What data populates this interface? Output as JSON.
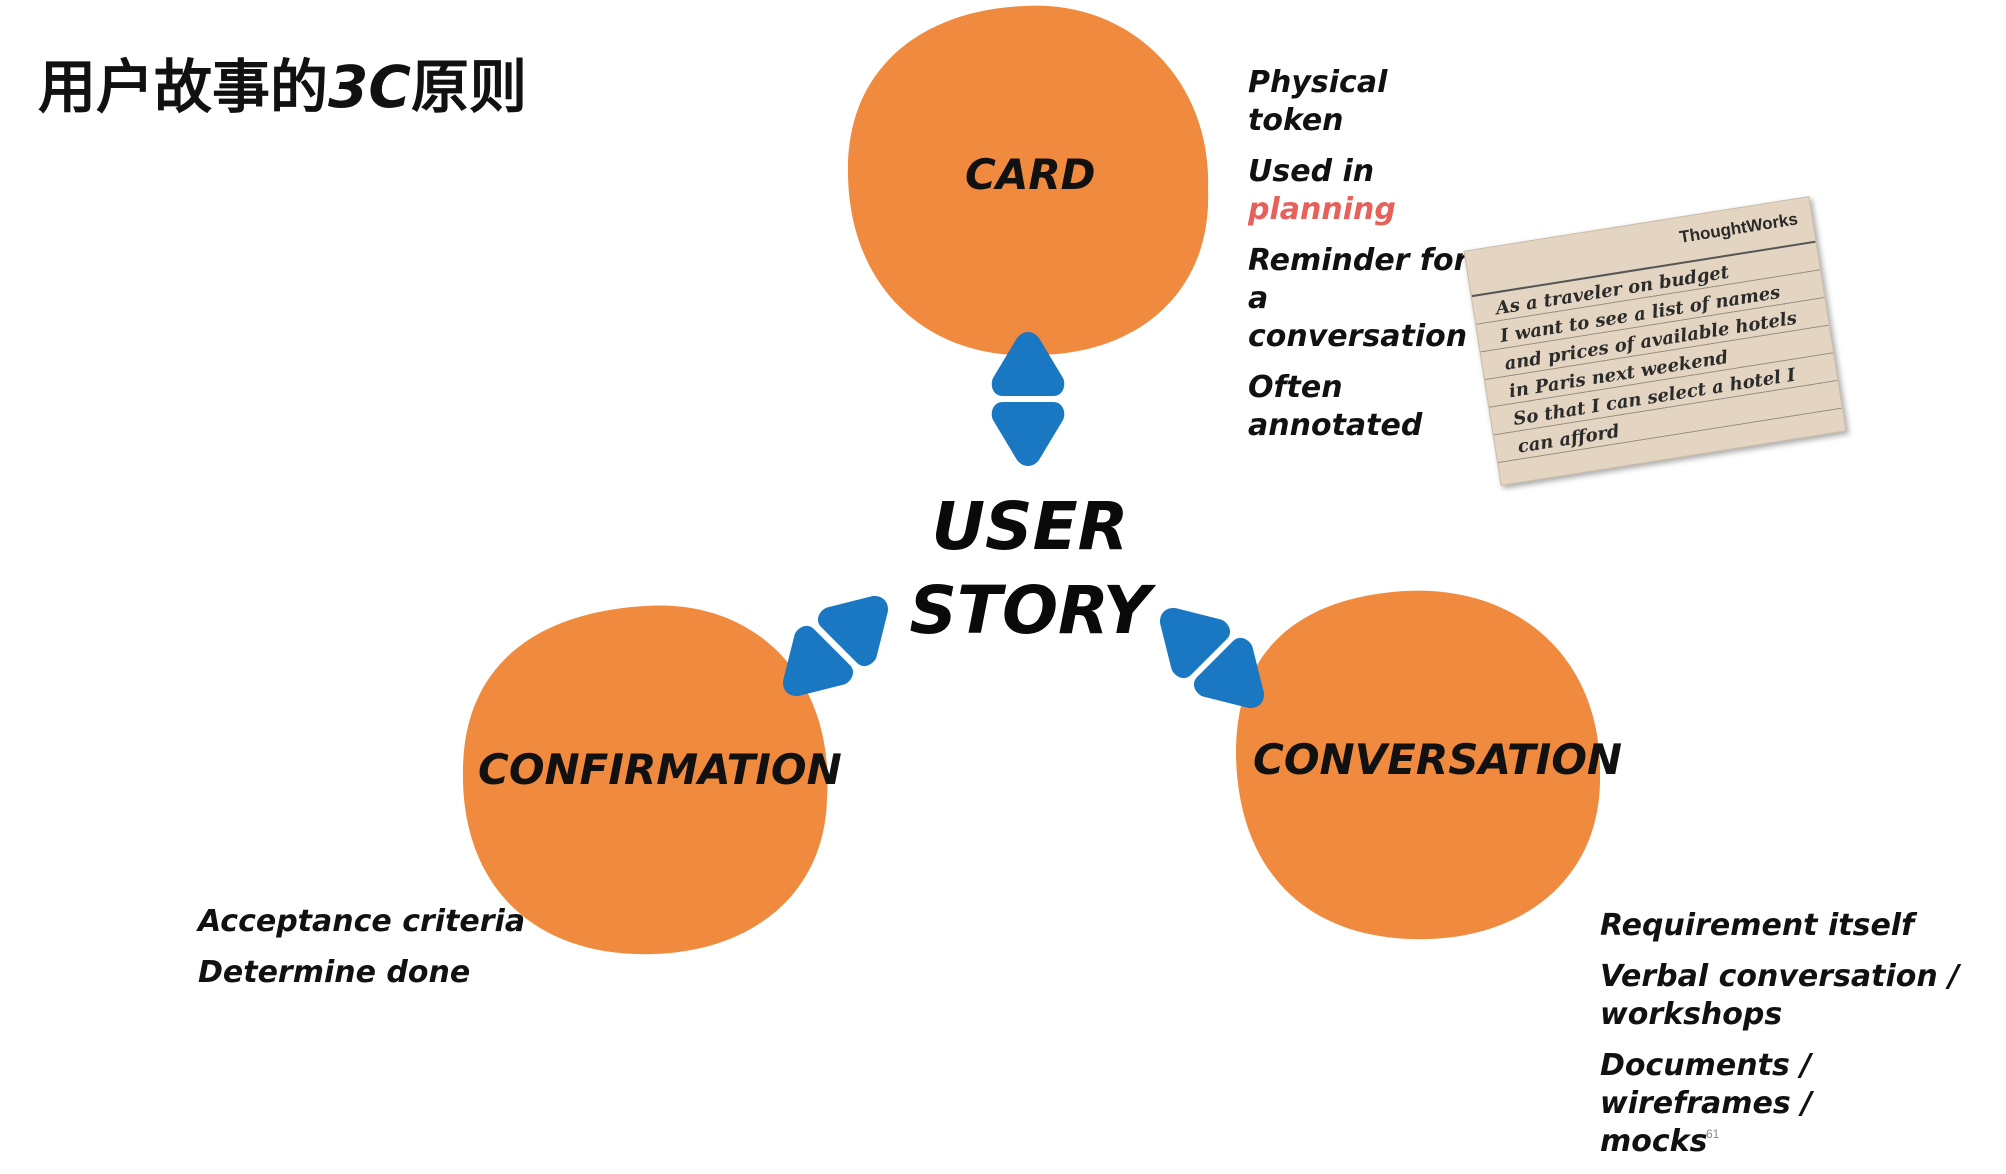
{
  "title": {
    "zh_prefix": "用户故事的",
    "latin": "3C",
    "zh_suffix": "原则"
  },
  "center": {
    "line1": "USER",
    "line2": "STORY"
  },
  "blobs": {
    "card": "CARD",
    "confirmation": "CONFIRMATION",
    "conversation": "CONVERSATION"
  },
  "card_notes": {
    "item1": "Physical token",
    "item2_prefix": "Used in ",
    "item2_highlight": "planning",
    "item3": "Reminder for a\nconversation",
    "item4": "Often annotated"
  },
  "confirmation_notes": {
    "item1": "Acceptance criteria",
    "item2": "Determine done"
  },
  "conversation_notes": {
    "item1": "Requirement itself",
    "item2": "Verbal conversation /\nworkshops",
    "item3": "Documents / wireframes /\nmocks"
  },
  "index_card": {
    "brand": "ThoughtWorks",
    "lines": [
      "As a traveler on budget",
      "I want to see a list of names",
      "and prices of available hotels",
      "in Paris next weekend",
      "So that I can select a hotel I",
      "can afford"
    ]
  },
  "page_number": "61",
  "colors": {
    "blob": "#f08a3e",
    "arrow": "#1a78c2",
    "highlight": "#e8605a"
  }
}
